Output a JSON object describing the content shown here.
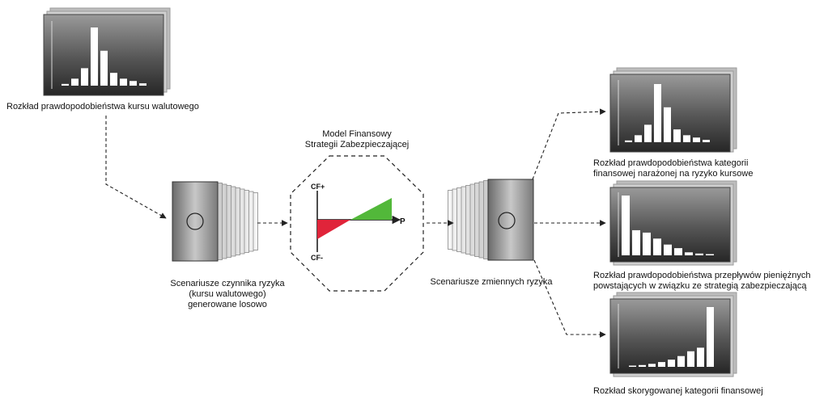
{
  "labels": {
    "currency_distribution": "Rozkład prawdopodobieństwa kursu walutowego",
    "risk_scenarios": [
      "Scenariusze czynnika ryzyka",
      "(kursu walutowego)",
      "generowane losowo"
    ],
    "model": [
      "Model Finansowy",
      "Strategii Zabezpieczającej"
    ],
    "variable_scenarios": "Scenariusze zmiennych ryzyka",
    "exposed_category": [
      "Rozkład prawdopodobieństwa kategorii",
      "finansowej narażonej na ryzyko kursowe"
    ],
    "cash_flows": [
      "Rozkład prawdopodobieństwa przepływów pieniężnych",
      "powstających w związku ze strategią zabezpieczającą"
    ],
    "adjusted_category": "Rozkład skorygowanej kategorii finansowej"
  },
  "model_chart": {
    "axis_top": "CF+",
    "axis_bottom": "CF-",
    "axis_right": "P",
    "colors": {
      "negative": "#e0243a",
      "positive": "#52b83a"
    }
  },
  "histograms": {
    "currency": [
      3,
      12,
      30,
      100,
      60,
      22,
      12,
      8,
      4
    ],
    "exposed": [
      3,
      12,
      30,
      100,
      60,
      22,
      12,
      8,
      4
    ],
    "cashflow": [
      100,
      42,
      38,
      28,
      18,
      12,
      5,
      3,
      2
    ],
    "adjusted": [
      2,
      3,
      5,
      8,
      12,
      18,
      26,
      32,
      100
    ]
  }
}
